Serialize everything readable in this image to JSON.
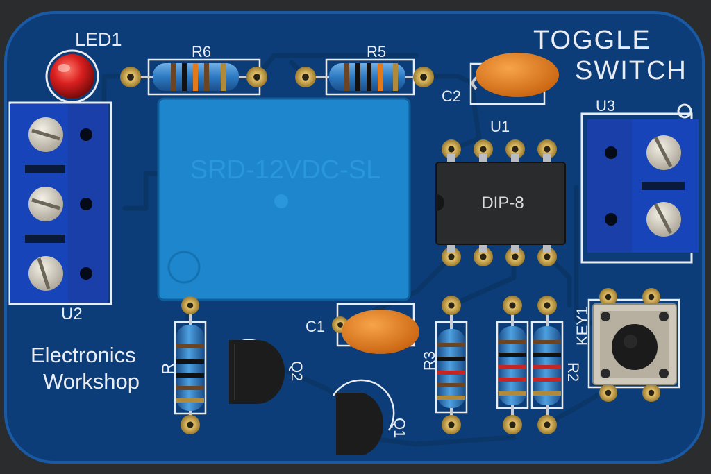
{
  "board": {
    "title_line1": "TOGGLE",
    "title_line2": "SWITCH",
    "brand_line1": "Electronics",
    "brand_line2": "Workshop"
  },
  "labels": {
    "led1": "LED1",
    "r6": "R6",
    "r5": "R5",
    "c2": "C2",
    "u1": "U1",
    "u3": "U3",
    "u2": "U2",
    "c1": "C1",
    "q2": "Q2",
    "q1": "Q1",
    "r3": "R3",
    "r_left": "R",
    "r2": "R2",
    "key1": "KEY1"
  },
  "relay": {
    "marking": "SRD-12VDC-SL"
  },
  "ic": {
    "marking": "DIP-8"
  },
  "colors": {
    "pcb": "#0c3d78",
    "pcb_edge": "#1a5aa4",
    "silkscreen": "#e9edf2",
    "relay_body": "#1d86cc",
    "terminal_block": "#1744b8",
    "pad_gold": "#c8a24a",
    "capacitor": "#e8841e",
    "led": "#d91f1f"
  }
}
